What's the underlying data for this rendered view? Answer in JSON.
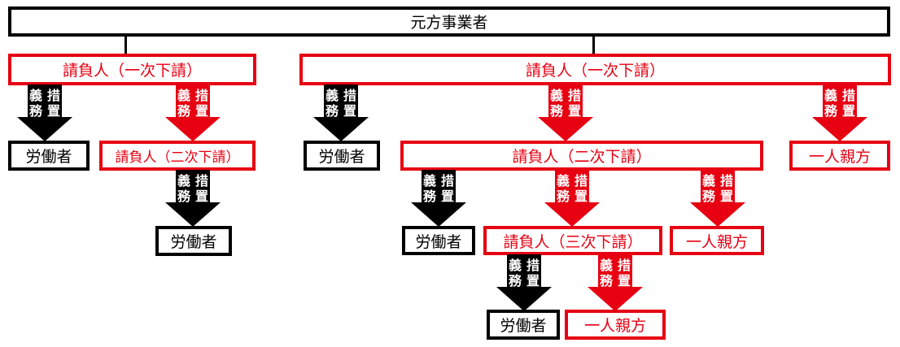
{
  "colors": {
    "obligation_arrow_red": "#e60012",
    "obligation_arrow_black": "#000000",
    "contractor_border": "#e60012",
    "worker_border": "#000000"
  },
  "top": {
    "label": "元方事業者"
  },
  "arrow_label": {
    "chars": [
      "義",
      "措",
      "務",
      "置"
    ],
    "text": "義務措置"
  },
  "left_branch": {
    "primary": {
      "label": "請負人（一次下請）"
    },
    "worker1": {
      "label": "労働者"
    },
    "secondary": {
      "label": "請負人（二次下請）"
    },
    "worker2": {
      "label": "労働者"
    }
  },
  "right_branch": {
    "primary": {
      "label": "請負人（一次下請）"
    },
    "worker1": {
      "label": "労働者"
    },
    "secondary": {
      "label": "請負人（二次下請）"
    },
    "self_employed1": {
      "label": "一人親方"
    },
    "worker2": {
      "label": "労働者"
    },
    "tertiary": {
      "label": "請負人（三次下請）"
    },
    "self_employed2": {
      "label": "一人親方"
    },
    "worker3": {
      "label": "労働者"
    },
    "self_employed3": {
      "label": "一人親方"
    }
  }
}
